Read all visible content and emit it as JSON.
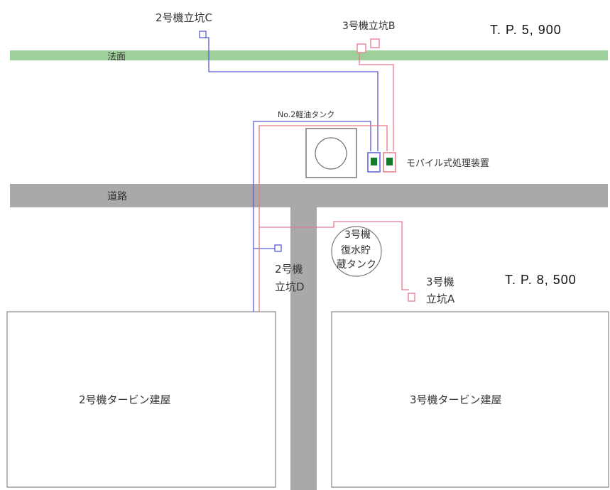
{
  "labels": {
    "shaft_2c": "2号機立坑C",
    "shaft_3b": "3号機立坑B",
    "tp_upper": "T. P. 5, 900",
    "slope": "法面",
    "diesel_tank": "No.2軽油タンク",
    "mobile_unit": "モバイル式処理装置",
    "road": "道路",
    "tank3_line1": "3号機",
    "tank3_line2": "復水貯",
    "tank3_line3": "蔵タンク",
    "shaft_2d_line1": "2号機",
    "shaft_2d_line2": "立坑D",
    "shaft_3a_line1": "3号機",
    "shaft_3a_line2": "立坑A",
    "tp_lower": "T. P. 8, 500",
    "turbine_2": "2号機タービン建屋",
    "turbine_3": "3号機タービン建屋"
  },
  "colors": {
    "blue_pipe": "#5a5ad8",
    "red_pipe": "#e87a8c",
    "slope_band": "#9dd09a",
    "road_band": "#a9a9a9",
    "unit_fill": "#127a2a"
  }
}
